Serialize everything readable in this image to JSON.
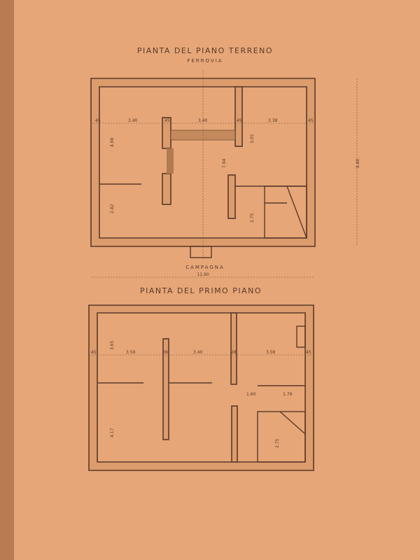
{
  "plan_ground": {
    "title": "PIANTA DEL PIANO TERRENO",
    "north_label": "FERROVIA",
    "south_label": "CAMPAGNA",
    "dims": {
      "wall_left": "45",
      "room1_width": "3.40",
      "wall_mid1": "45",
      "room2_width": "3.40",
      "wall_mid2": "45",
      "room3_width": "3.38",
      "wall_right": "45",
      "left_upper": "4.98",
      "left_lower": "2.82",
      "center_height": "7.94",
      "right_upper": "3.05",
      "right_lower": "2.75",
      "total_depth": "8.80",
      "total_width": "11.90"
    }
  },
  "plan_first": {
    "title": "PIANTA DEL PRIMO PIANO",
    "dims": {
      "wall_left": "45",
      "room1_width": "3.59",
      "wall_mid1": "28",
      "room2_width": "3.40",
      "wall_mid2": "28",
      "room3_width": "3.58",
      "wall_right": "45",
      "left_upper": "3.65",
      "left_lower": "4.17",
      "corridor_width": "1.60",
      "bath_width": "1.79",
      "stair_depth": "2.75"
    }
  }
}
